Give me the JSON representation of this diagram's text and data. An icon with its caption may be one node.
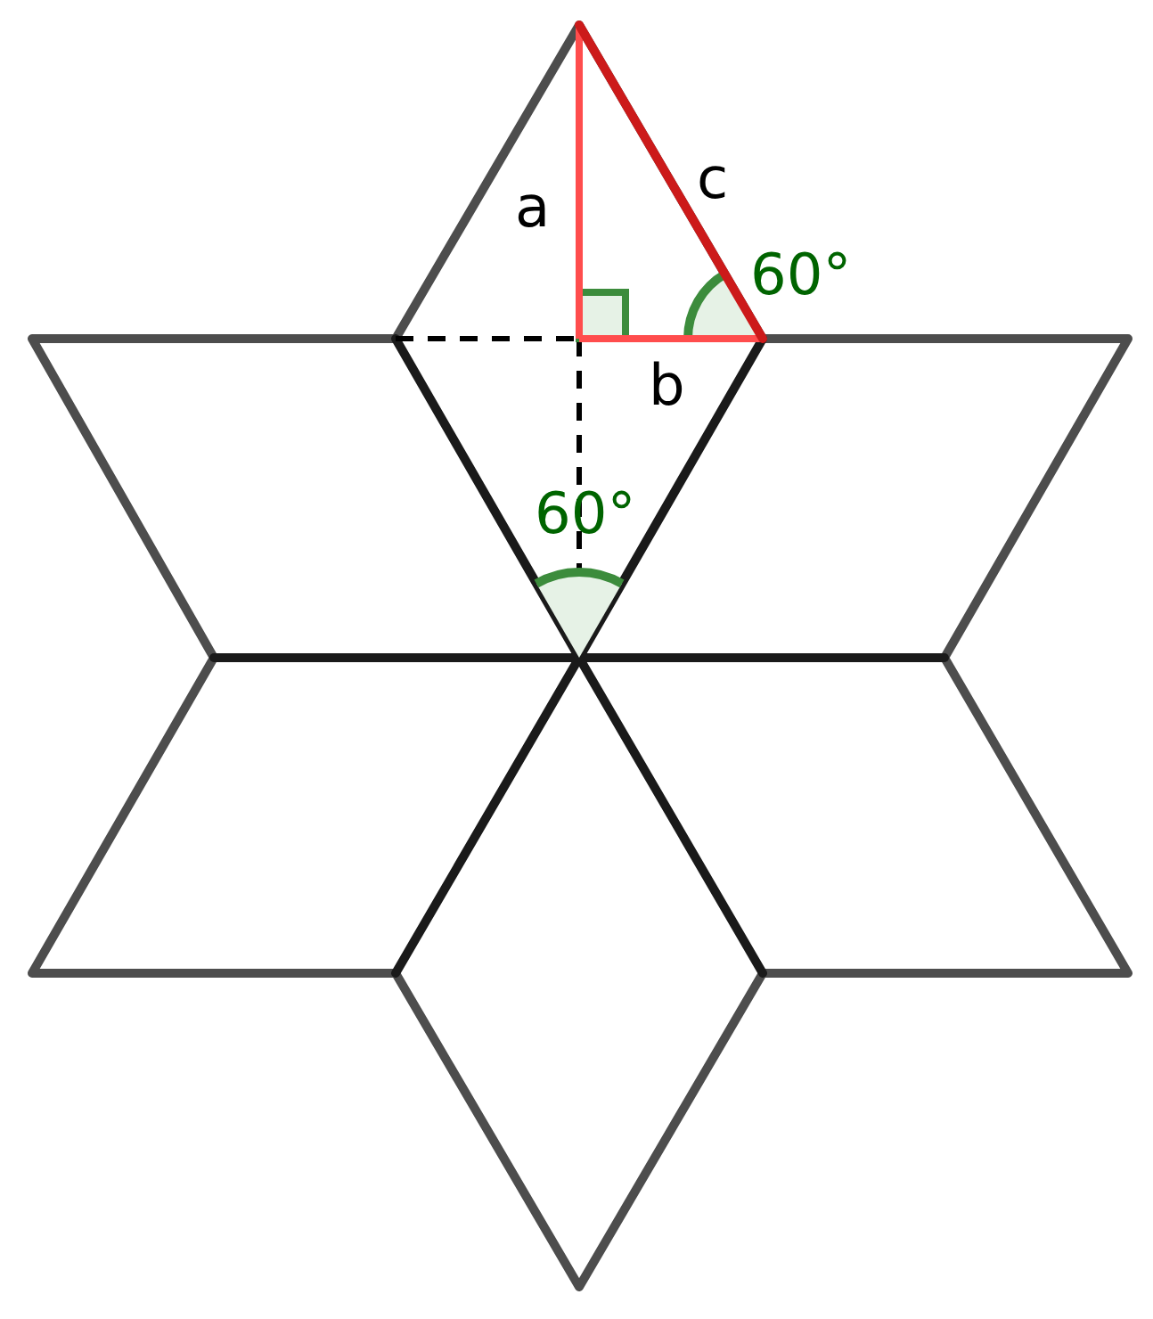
{
  "diagram": {
    "labels": [
      "a",
      "c",
      "60°",
      "b",
      "60°"
    ]
  }
}
